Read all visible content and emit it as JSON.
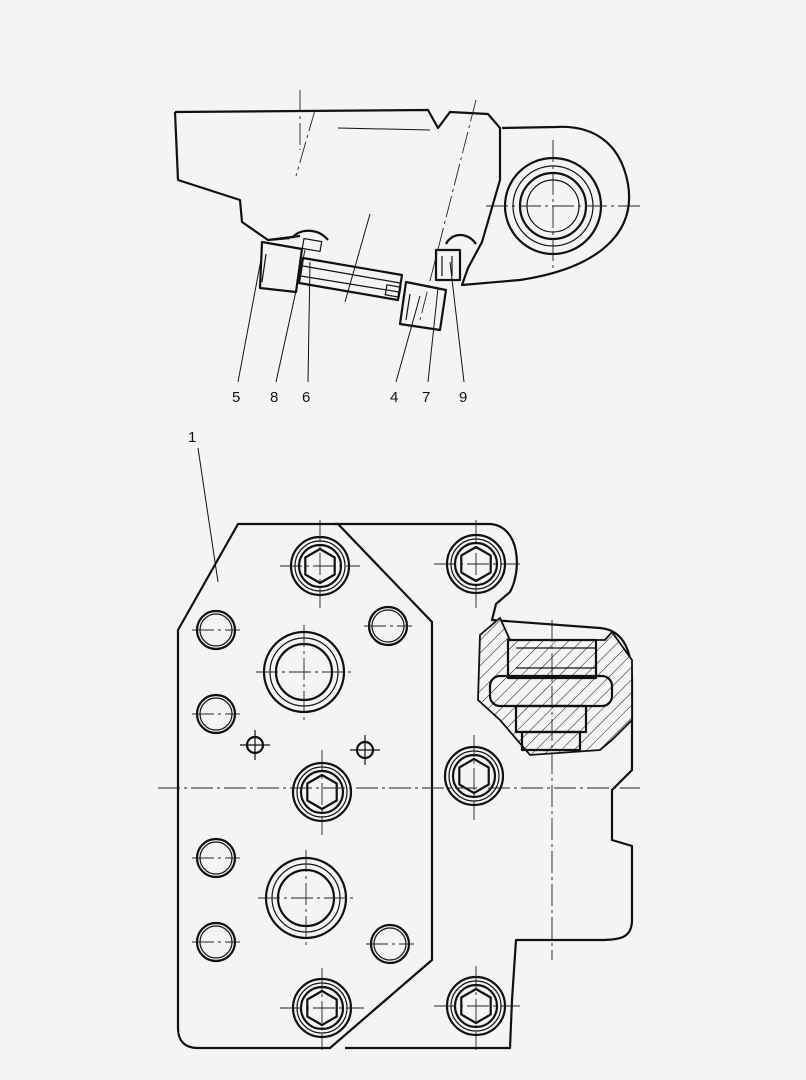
{
  "callouts": [
    {
      "id": "c1",
      "text": "1"
    },
    {
      "id": "c4",
      "text": "4"
    },
    {
      "id": "c5",
      "text": "5"
    },
    {
      "id": "c6",
      "text": "6"
    },
    {
      "id": "c7",
      "text": "7"
    },
    {
      "id": "c8",
      "text": "8"
    },
    {
      "id": "c9",
      "text": "9"
    }
  ],
  "colors": {
    "line": "#111111",
    "background": "#f4f4f4"
  }
}
